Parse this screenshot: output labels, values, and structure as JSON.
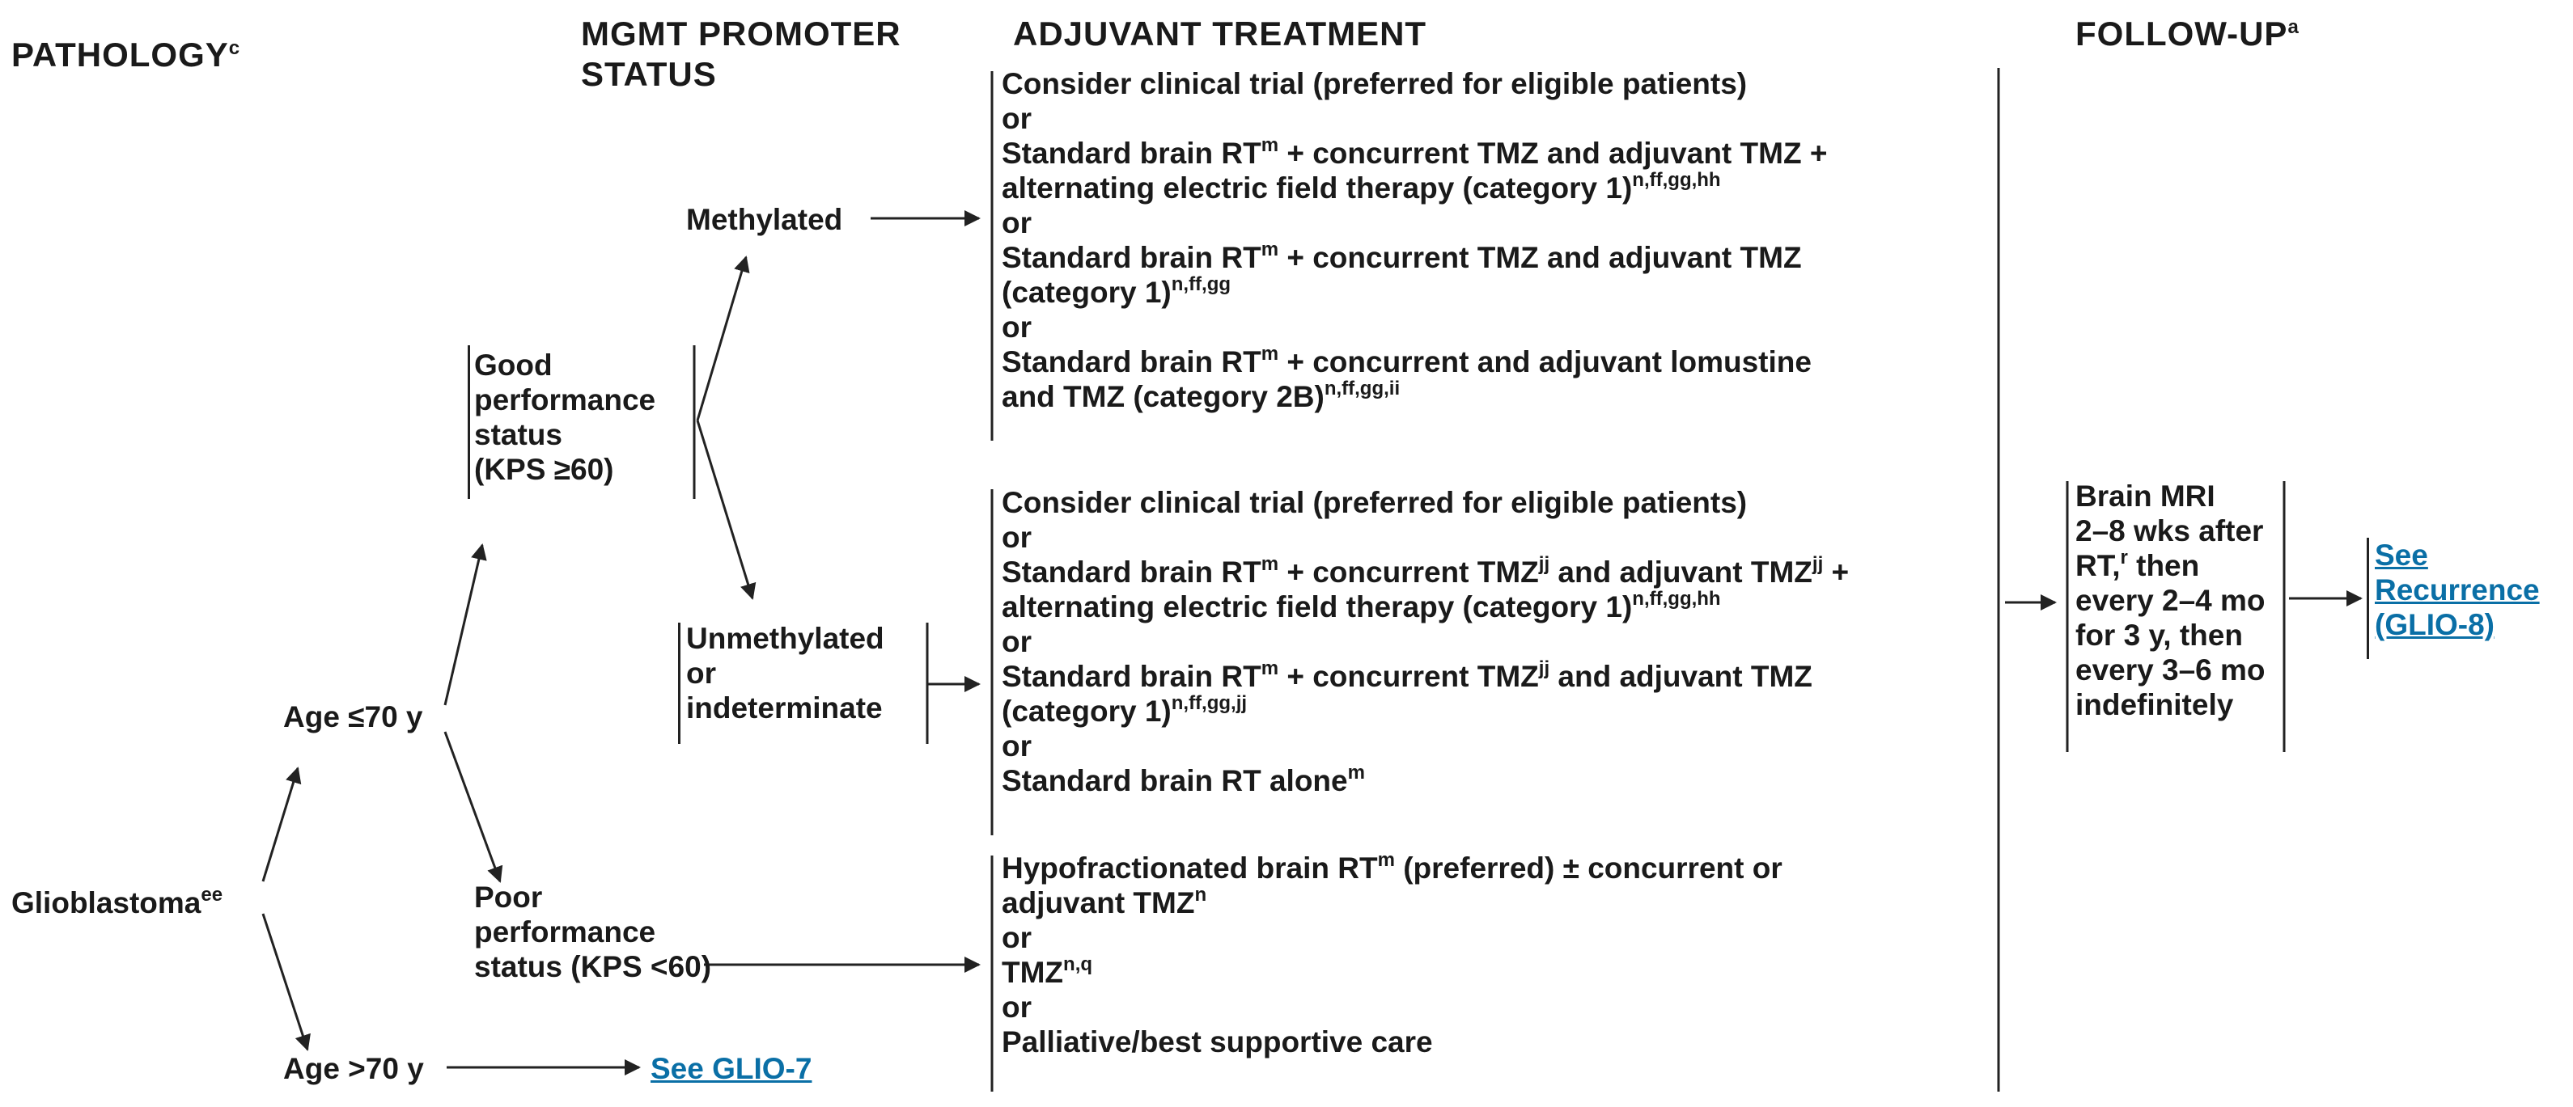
{
  "headers": {
    "pathology": "PATHOLOGY",
    "pathology_sup": "c",
    "mgmt_line1": "MGMT PROMOTER",
    "mgmt_line2": "STATUS",
    "adjuvant": "ADJUVANT TREATMENT",
    "followup": "FOLLOW-UP",
    "followup_sup": "a"
  },
  "nodes": {
    "glioblastoma": "Glioblastoma",
    "glioblastoma_sup": "ee",
    "age_le70": "Age ≤70 y",
    "age_gt70": "Age >70 y",
    "see_glio7": "See GLIO-7",
    "good_ps": [
      "Good",
      "performance",
      "status",
      "(KPS ≥60)"
    ],
    "poor_ps": [
      "Poor",
      "performance",
      "status (KPS <60)"
    ],
    "methylated": "Methylated",
    "unmethylated": [
      "Unmethylated",
      "or",
      "indeterminate"
    ]
  },
  "treatments": {
    "methylated": {
      "t1": "Consider clinical trial (preferred for eligible patients)",
      "or": "or",
      "t2a": "Standard brain RT",
      "t2a_sup": "m",
      "t2b": " + concurrent TMZ and adjuvant TMZ +",
      "t2c": "alternating electric field therapy (category 1)",
      "t2c_sup": "n,ff,gg,hh",
      "t3a": "Standard brain RT",
      "t3a_sup": "m",
      "t3b": " + concurrent TMZ and adjuvant TMZ",
      "t3c": "(category 1)",
      "t3c_sup": "n,ff,gg",
      "t4a": "Standard brain RT",
      "t4a_sup": "m",
      "t4b": " + concurrent and adjuvant lomustine",
      "t4c": "and TMZ (category 2B)",
      "t4c_sup": "n,ff,gg,ii"
    },
    "unmethylated": {
      "t1": "Consider clinical trial (preferred for eligible patients)",
      "or": "or",
      "t2a": "Standard brain RT",
      "t2a_sup": "m",
      "t2b": " + concurrent TMZ",
      "t2b_sup": "jj",
      "t2c": " and adjuvant TMZ",
      "t2c_sup": "jj",
      "t2d": " +",
      "t2e": "alternating electric field therapy (category 1)",
      "t2e_sup": "n,ff,gg,hh",
      "t3a": "Standard brain RT",
      "t3a_sup": "m",
      "t3b": " + concurrent TMZ",
      "t3b_sup": "jj",
      "t3c": " and adjuvant TMZ",
      "t3d": "(category 1)",
      "t3d_sup": "n,ff,gg,jj",
      "t4": "Standard brain RT alone",
      "t4_sup": "m"
    },
    "poor": {
      "t1a": "Hypofractionated brain RT",
      "t1a_sup": "m",
      "t1b": " (preferred) ± concurrent or",
      "t1c": "adjuvant TMZ",
      "t1c_sup": "n",
      "or": "or",
      "t2": "TMZ",
      "t2_sup": "n,q",
      "t3": "Palliative/best supportive care"
    }
  },
  "followup": {
    "l1": "Brain MRI",
    "l2": "2–8 wks after",
    "l3": "RT,",
    "l3_sup": "r",
    "l3b": " then",
    "l4": "every 2–4 mo",
    "l5": "for 3 y, then",
    "l6": "every 3–6 mo",
    "l7": "indefinitely"
  },
  "recurrence_link": [
    "See",
    "Recurrence",
    "(GLIO-8)"
  ],
  "colors": {
    "text": "#1a1a1a",
    "link": "#0a6fa6",
    "line": "#222222"
  }
}
